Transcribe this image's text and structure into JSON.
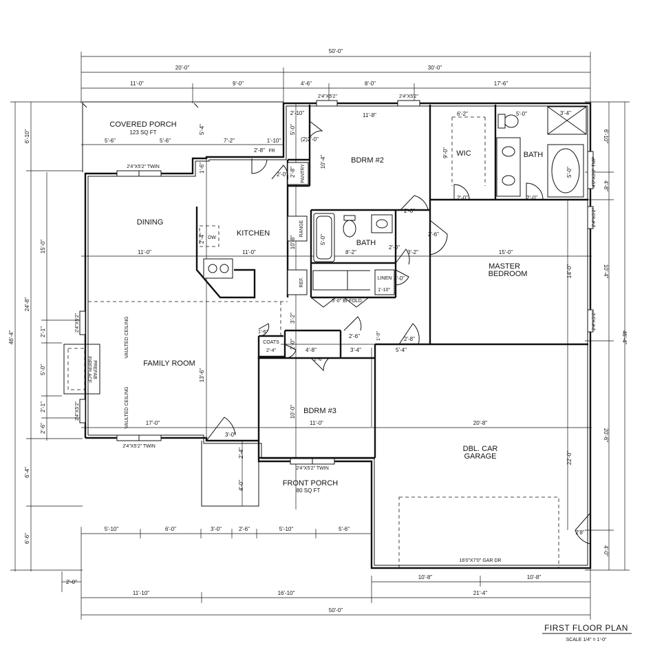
{
  "plan_title": "FIRST FLOOR PLAN",
  "scale": "SCALE 1/4\" = 1'-0\"",
  "rooms": {
    "covered_porch": "COVERED PORCH",
    "covered_porch_area": "123 SQ FT",
    "dining": "DINING",
    "kitchen": "KITCHEN",
    "bdrm2": "BDRM #2",
    "wic": "WIC",
    "master_bath": "BATH",
    "hall_bath": "BATH",
    "master_bedroom_1": "MASTER",
    "master_bedroom_2": "BEDROOM",
    "family_room": "FAMILY ROOM",
    "bdrm3": "BDRM #3",
    "garage_1": "DBL. CAR",
    "garage_2": "GARAGE",
    "front_porch": "FRONT PORCH",
    "front_porch_area": "80 SQ FT"
  },
  "labels": {
    "pantry": "PANTRY",
    "range": "RANGE",
    "dw": "DW",
    "ref": "REF.",
    "linen": "LINEN",
    "coats": "COATS",
    "bifold": "5'-0\" BI-FOLD",
    "fireplace_1": "PREFAB",
    "fireplace_2": "FIREPLACE",
    "vaulted_1": "VAULTED CEILING",
    "vaulted_2": "VAULTED CEILING",
    "garage_door": "16'0\"X7'0\" GAR DR",
    "fr": "FR",
    "tmp": "4'0\"X3'0\" TMP"
  },
  "windows": {
    "w_porch_twin": "2'4\"X5'2\" TWIN",
    "w_front_twin": "2'4\"X5'2\" TWIN",
    "w_bdrm3_twin": "2'4\"X5'2\" TWIN",
    "w_bdrm2_a": "2'4\"X5'2\"",
    "w_bdrm2_b": "2'4\"X5'2\"",
    "w_family_a": "2'4\"X5'2\"",
    "w_family_b": "2'4\"X5'2\"",
    "w_master_a": "2'4\"X5'2\"",
    "w_master_b": "2'4\"X5'2\""
  },
  "dims_top": {
    "overall": "50'-0\"",
    "left_half": "20'-0\"",
    "right_half": "30'-0\"",
    "seg1": "11'-0\"",
    "seg2": "9'-0\"",
    "seg3": "4'-6\"",
    "seg4": "8'-0\"",
    "seg5": "17'-6\""
  },
  "dims_bottom": {
    "overall": "50'-0\"",
    "b1": "11'-10\"",
    "b2": "16'-10\"",
    "b3": "21'-4\"",
    "g1": "10'-8\"",
    "g2": "10'-8\"",
    "p1": "5'-10\"",
    "p2": "6'-0\"",
    "p3": "3'-0\"",
    "p4": "2'-6\"",
    "p5": "5'-10\"",
    "p6": "5'-6\"",
    "left_jog": "2'-0\""
  },
  "dims_left": {
    "overall": "46'-4\"",
    "l1": "6'-10\"",
    "l2": "24'-8\"",
    "l3": "6'-4\"",
    "l4": "6'-6\"",
    "l5": "15'-0\"",
    "l6": "2'-1\"",
    "l7": "5'-0\"",
    "l8": "2'-1\"",
    "l9": "2'-6\""
  },
  "dims_right": {
    "overall": "46'-4\"",
    "r1": "6'-10\"",
    "r2": "4'-8\"",
    "r3": "10'-4\"",
    "r4": "20'-6\"",
    "r5": "4'-0\""
  },
  "dims_interior": {
    "porch_w1": "5'-6\"",
    "porch_w2": "5'-6\"",
    "porch_w3": "7'-2\"",
    "porch_d": "5'-4\"",
    "k_1_10": "1'-10\"",
    "k_2_8": "2'-8\"",
    "k_2_0a": "2'-0\"",
    "k_2_8b": "2'-8\"",
    "k_1_6": "1'-6\"",
    "dining_w": "11'-0\"",
    "kitchen_w": "11'-0\"",
    "island": "2'-4\"",
    "k_10_8": "10'-8\"",
    "hall_2_10": "2'-10\"",
    "hall_5_0": "5'-0\"",
    "closet_12": "(2)2'-0\"",
    "b2_w": "11'-8\"",
    "b2_d": "10'-4\"",
    "b2_door": "2'-6\"",
    "wic_w": "6'-2\"",
    "wic_d": "9'-0\"",
    "wic_door": "2'-0\"",
    "mb_w": "5'-0\"",
    "mb_tub": "5'-0\"",
    "mb_shower": "3'-4\"",
    "mb_door": "2'-0\"",
    "bath_tub": "5'-0\"",
    "bath_w": "8'-2\"",
    "bath_door": "2'-0\"",
    "bath_3_2": "3'-2\"",
    "bath_2_6": "2'-6\"",
    "lin_2_0": "2'-0\"",
    "lin_1_10": "1'-10\"",
    "master_w": "15'-0\"",
    "master_d": "14'-0\"",
    "hall_3_2": "3'-2\"",
    "coats_1_6": "1'-6\"",
    "coats_2_4": "2'-4\"",
    "hall_2_0": "2'-0\"",
    "hall_4_8": "4'-8\"",
    "hall_2_6": "2'-6\"",
    "hall_1_6": "1'-6\"",
    "hall_3_4": "3'-4\"",
    "hall_5_4": "5'-4\"",
    "door_2_8": "2'-8\"",
    "door_2_6m": "2'-6\"",
    "family_w": "17'-0\"",
    "family_d": "13'-6\"",
    "front_door": "3'-0\"",
    "b3_w": "11'-0\"",
    "b3_d": "10'-0\"",
    "garage_w": "20'-8\"",
    "garage_d": "22'-0\"",
    "garage_door_side": "2'8\"",
    "porch_2_4": "2'-4\"",
    "porch_4_0": "4'-0\"",
    "bi_2_6": "2'-6\"",
    "bi_1_0": "1'-0\""
  }
}
